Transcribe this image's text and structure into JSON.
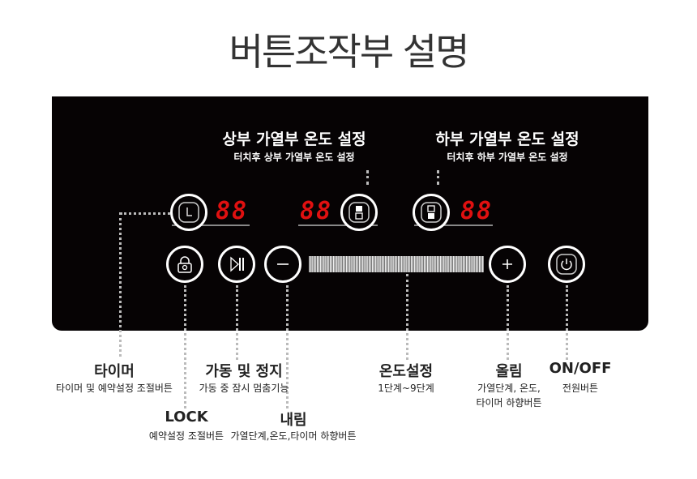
{
  "title": "버튼조작부 설명",
  "upper_zone": {
    "title": "상부 가열부 온도 설정",
    "sub": "터치후 상부 가열부 온도 설정",
    "display": "88"
  },
  "lower_zone": {
    "title": "하부 가열부 온도 설정",
    "sub": "터치후 하부 가열부 온도 설정",
    "display": "88"
  },
  "timer_display": "88",
  "labels": {
    "timer": {
      "title": "타이머",
      "sub": "타이머 및 예약설정 조절버튼"
    },
    "start_stop": {
      "title": "가동 및 정지",
      "sub": "가동 중 잠시 멈춤기능"
    },
    "temp": {
      "title": "온도설정",
      "sub": "1단계~9단계"
    },
    "up": {
      "title": "올림",
      "sub1": "가열단계, 온도,",
      "sub2": "타이머 하향버튼"
    },
    "power": {
      "title": "ON/OFF",
      "sub": "전원버튼"
    },
    "lock": {
      "title": "LOCK",
      "sub": "예약설정 조절버튼"
    },
    "down": {
      "title": "내림",
      "sub": "가열단계,온도,타이머 하향버튼"
    }
  },
  "colors": {
    "panel": "#060304",
    "segment": "#e01010"
  }
}
